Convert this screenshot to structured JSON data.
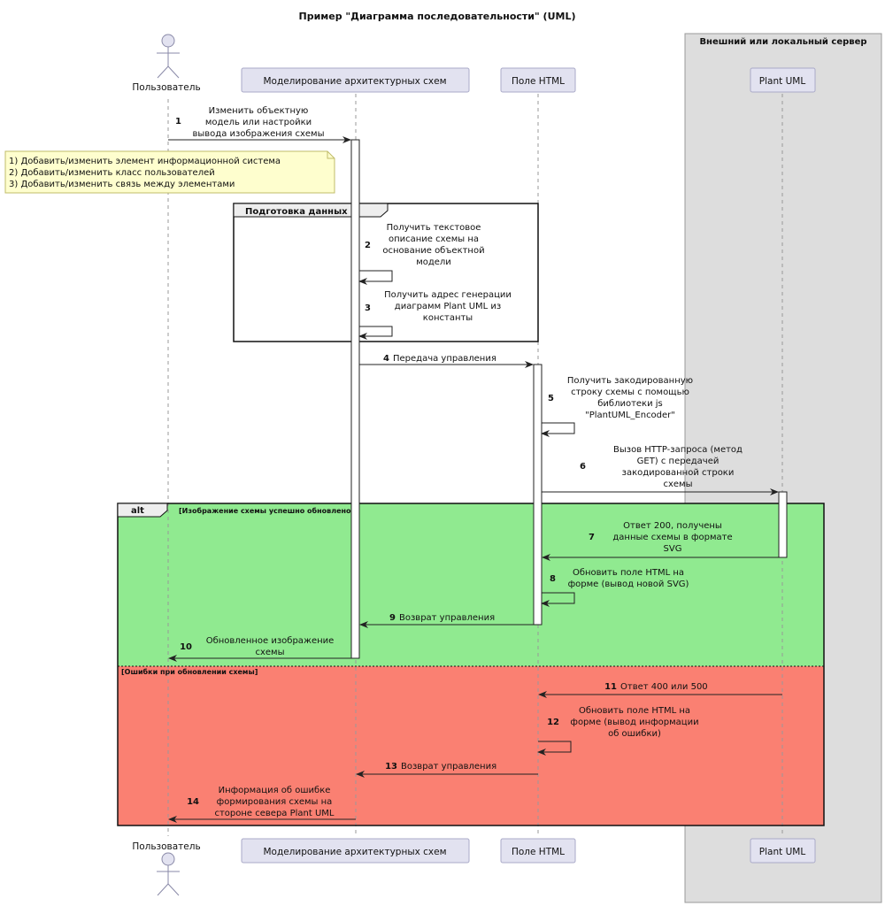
{
  "title": "Пример \"Диаграмма последовательности\" (UML)",
  "server_box_title": "Внешний или локальный сервер",
  "participants": {
    "user": "Пользователь",
    "modeling": "Моделирование архитектурных схем",
    "html_field": "Поле HTML",
    "plantuml": "Plant UML"
  },
  "note": [
    "1) Добавить/изменить элемент информационной система",
    "2) Добавить/изменить класс пользователей",
    "3) Добавить/изменить связь между элементами"
  ],
  "group": {
    "title": "Подготовка данных"
  },
  "alt": {
    "keyword": "alt",
    "guard1": "[Изображение схемы успешно обновлено]",
    "guard2": "[Ошибки при обновлении схемы]"
  },
  "messages": [
    {
      "num": "1",
      "lines": [
        "Изменить объектную",
        "модель или настройки",
        "вывода изображения схемы"
      ]
    },
    {
      "num": "2",
      "lines": [
        "Получить текстовое",
        "описание схемы на",
        "основание объектной",
        "модели"
      ]
    },
    {
      "num": "3",
      "lines": [
        "Получить адрес генерации",
        "диаграмм Plant UML из",
        "константы"
      ]
    },
    {
      "num": "4",
      "lines": [
        "Передача управления"
      ]
    },
    {
      "num": "5",
      "lines": [
        "Получить закодированную",
        "строку схемы с помощью",
        "библиотеки js",
        "\"PlantUML_Encoder\""
      ]
    },
    {
      "num": "6",
      "lines": [
        "Вызов HTTP-запроса (метод",
        "GET) с передачей",
        "закодированной строки",
        "схемы"
      ]
    },
    {
      "num": "7",
      "lines": [
        "Ответ 200, получены",
        "данные схемы в формате",
        "SVG"
      ]
    },
    {
      "num": "8",
      "lines": [
        "Обновить поле HTML на",
        "форме (вывод новой SVG)"
      ]
    },
    {
      "num": "9",
      "lines": [
        "Возврат управления"
      ]
    },
    {
      "num": "10",
      "lines": [
        "Обновленное изображение",
        "схемы"
      ]
    },
    {
      "num": "11",
      "lines": [
        "Ответ 400 или 500"
      ]
    },
    {
      "num": "12",
      "lines": [
        "Обновить поле HTML на",
        "форме (вывод информации",
        "об ошибки)"
      ]
    },
    {
      "num": "13",
      "lines": [
        "Возврат управления"
      ]
    },
    {
      "num": "14",
      "lines": [
        "Информация об ошибке",
        "формирования схемы на",
        "стороне севера Plant UML"
      ]
    }
  ],
  "colors": {
    "alt_success": "#90ea90",
    "alt_error": "#fa8072",
    "server_box": "#dddddd",
    "note_fill": "#fefece",
    "participant_fill": "#e2e2f0"
  }
}
